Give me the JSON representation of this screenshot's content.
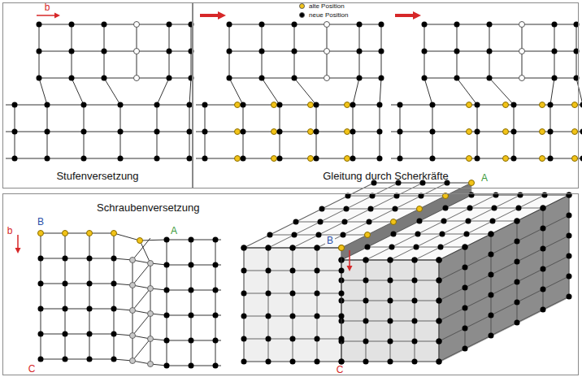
{
  "diagram": {
    "nodes": [
      {
        "text": [
          "Stufenversetzung"
        ]
      },
      {
        "text": [
          "Gleitung durch Scherkräfte"
        ]
      },
      {
        "text": [
          "Schraubenversetzung"
        ]
      }
    ],
    "labels": [
      "b",
      "b",
      "B",
      "A",
      "C",
      "B",
      "A",
      "C"
    ],
    "legend": [
      {
        "text": "alte Position",
        "color": "#f2c318"
      },
      {
        "text": "neue Position",
        "color": "#000000"
      }
    ]
  }
}
